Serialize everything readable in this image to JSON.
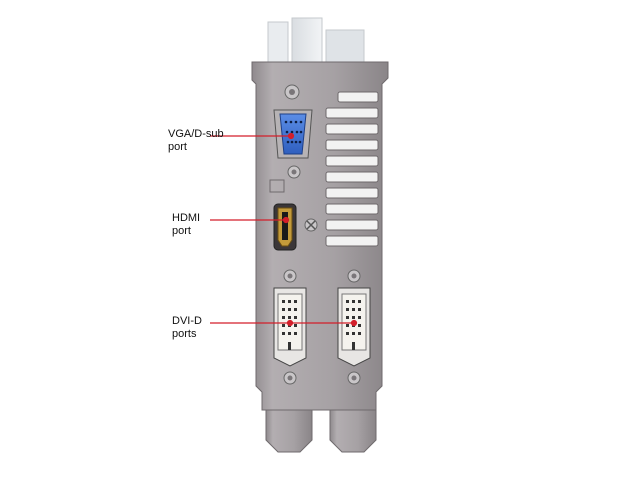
{
  "colors": {
    "background": "#ffffff",
    "bracket_metal": "#a8a3a6",
    "bracket_shadow": "#7d787b",
    "vga_connector": "#3d6fd1",
    "callout_line": "#d31f2a",
    "callout_dot": "#d31f2a"
  },
  "callouts": [
    {
      "id": "vga",
      "line1": "VGA/D-sub",
      "line2": "port"
    },
    {
      "id": "hdmi",
      "line1": "HDMI",
      "line2": "port"
    },
    {
      "id": "dvi",
      "line1": "DVI-D",
      "line2": "ports"
    }
  ],
  "icons": {
    "vga": "vga-port-icon",
    "hdmi": "hdmi-port-icon",
    "dvi": "dvi-port-icon",
    "screw": "screw-icon"
  }
}
